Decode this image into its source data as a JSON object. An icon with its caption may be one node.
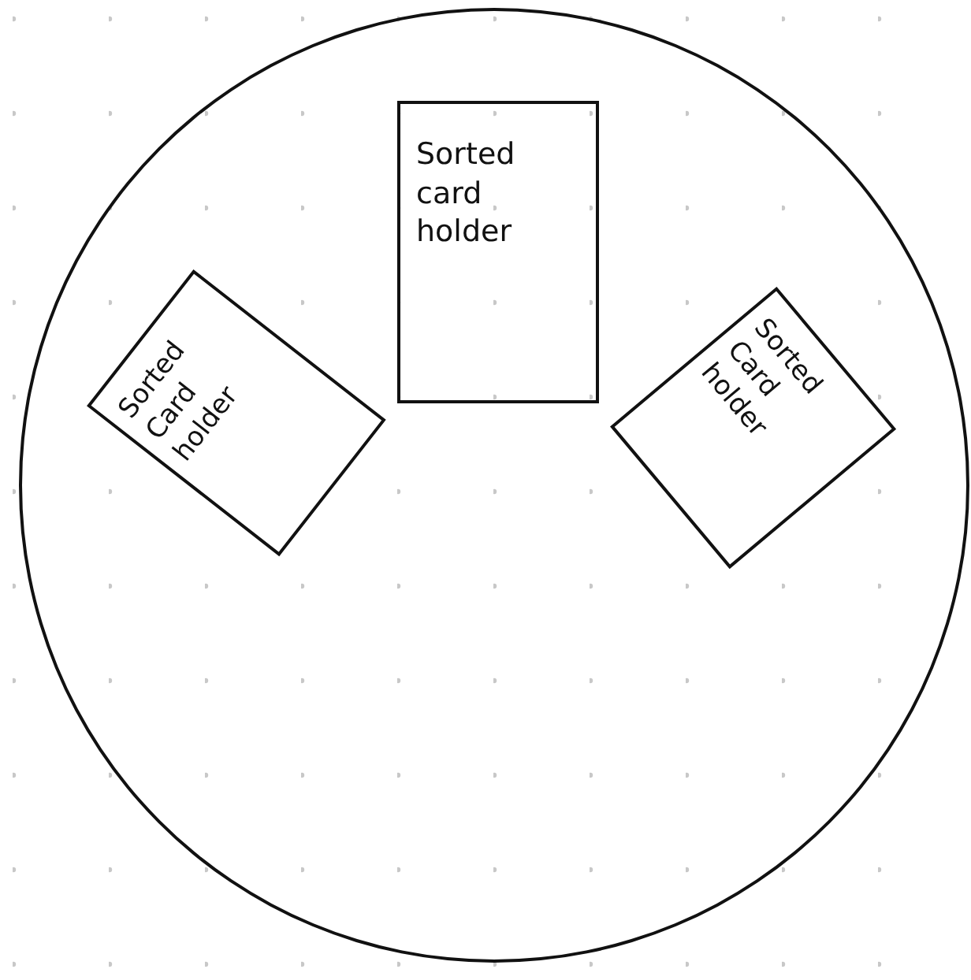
{
  "diagram": {
    "nodes": [
      {
        "text": [],
        "shape": "circle"
      },
      {
        "text": [
          "Sorted Card holder"
        ],
        "in": 0
      },
      {
        "text": [
          "Sorted card holder"
        ],
        "in": 0
      },
      {
        "text": [
          "Sorted Card holder"
        ],
        "in": 0
      }
    ]
  }
}
